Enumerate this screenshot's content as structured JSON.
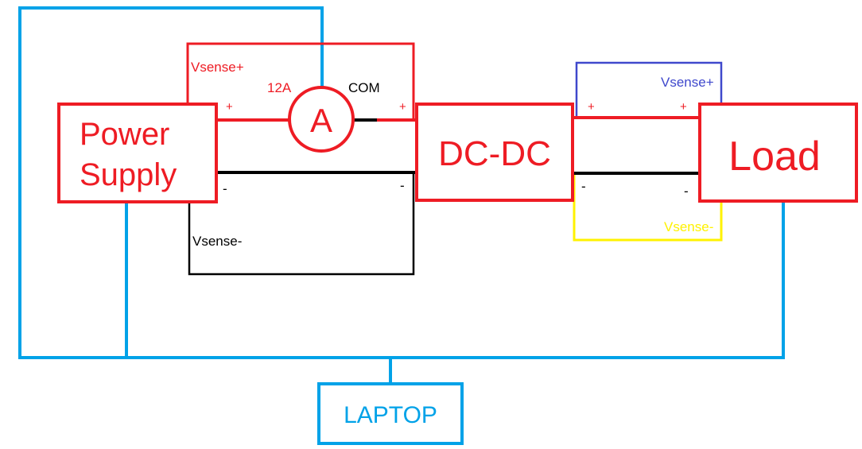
{
  "colors": {
    "red": "#ee1c24",
    "blue": "#00a2e8",
    "navy": "#3f48cc",
    "yellow": "#fff200",
    "black": "#000000"
  },
  "blocks": {
    "power_supply": [
      "Power",
      "Supply"
    ],
    "dcdc": "DC-DC",
    "load": "Load",
    "laptop": "LAPTOP"
  },
  "ammeter": {
    "symbol": "A",
    "terminal_12a": "12A",
    "terminal_com": "COM"
  },
  "sense_labels": {
    "ps_vsense_plus": "Vsense+",
    "ps_vsense_minus": "Vsense-",
    "load_vsense_plus": "Vsense+",
    "load_vsense_minus": "Vsense-"
  },
  "polarity": {
    "ps_plus": "+",
    "ps_minus": "-",
    "dcdc_in_plus": "+",
    "dcdc_in_minus": "-",
    "dcdc_out_plus": "+",
    "dcdc_out_minus": "-",
    "load_plus": "+",
    "load_minus": "-"
  }
}
